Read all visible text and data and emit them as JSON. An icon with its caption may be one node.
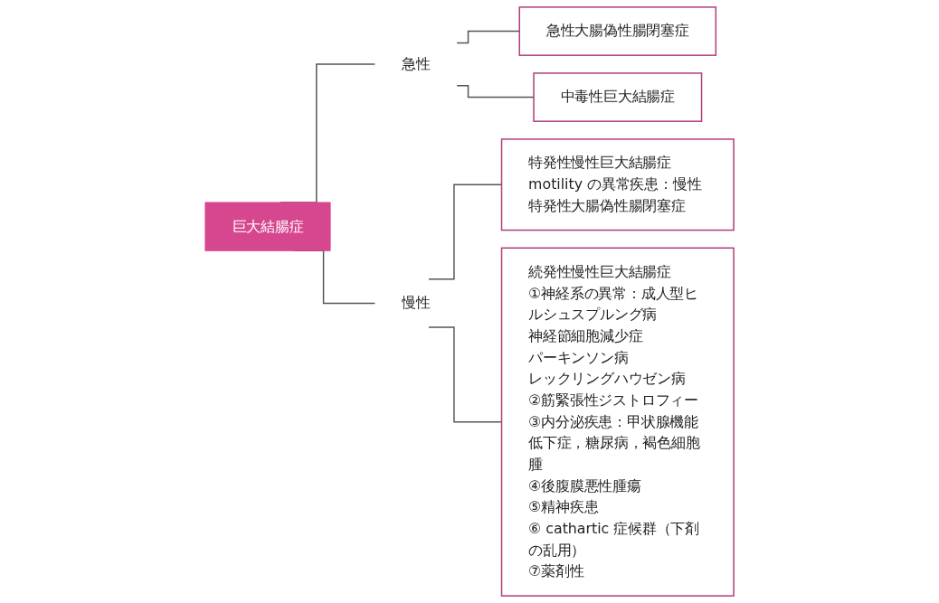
{
  "diagram": {
    "nodes": [
      {
        "text": [
          "巨大結腸症"
        ]
      },
      {
        "text": [
          "急性"
        ]
      },
      {
        "text": [
          "慢性"
        ]
      },
      {
        "text": [
          "急性大腸偽性腸閉塞症"
        ]
      },
      {
        "text": [
          "中毒性巨大結腸症"
        ]
      },
      {
        "text": [
          "特発性慢性巨大結腸症",
          "motility の異常疾患：慢性特発性大腸偽性腸閉塞症"
        ]
      },
      {
        "text": [
          "続発性慢性巨大結腸症",
          "①神経系の異常：成人型ヒルシュスプルング病",
          "神経節細胞減少症",
          "パーキンソン病",
          "レックリングハウゼン病",
          "②筋緊張性ジストロフィー",
          "③内分泌疾患：甲状腺機能低下症，糖尿病，褐色細胞腫",
          "④後腹膜悪性腫瘍",
          "⑤精神疾患",
          "⑥ cathartic 症候群（下剤の乱用）",
          "⑦薬剤性"
        ]
      }
    ],
    "edges": [
      {
        "from": 0,
        "to": 1,
        "arrow": "none"
      },
      {
        "from": 0,
        "to": 2,
        "arrow": "none"
      },
      {
        "from": 1,
        "to": 3,
        "arrow": "none"
      },
      {
        "from": 1,
        "to": 4,
        "arrow": "none"
      },
      {
        "from": 2,
        "to": 5,
        "arrow": "none"
      },
      {
        "from": 2,
        "to": 6,
        "arrow": "none"
      }
    ]
  }
}
